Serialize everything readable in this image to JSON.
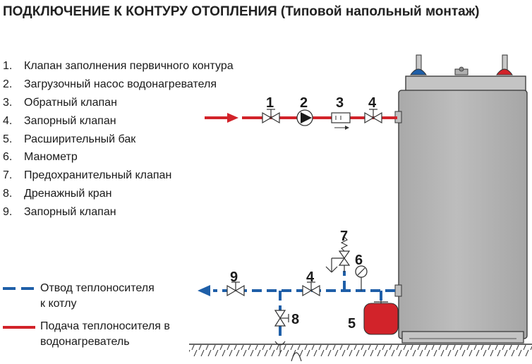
{
  "title": "ПОДКЛЮЧЕНИЕ К КОНТУРУ ОТОПЛЕНИЯ (Типовой напольный монтаж)",
  "legend": [
    {
      "num": "1.",
      "text": "Клапан заполнения первичного контура"
    },
    {
      "num": "2.",
      "text": "Загрузочный насос водонагревателя"
    },
    {
      "num": "3.",
      "text": "Обратный клапан"
    },
    {
      "num": "4.",
      "text": "Запорный клапан"
    },
    {
      "num": "5.",
      "text": "Расширительный бак"
    },
    {
      "num": "6.",
      "text": "Манометр"
    },
    {
      "num": "7.",
      "text": "Предохранительный клапан"
    },
    {
      "num": "8.",
      "text": "Дренажный кран"
    },
    {
      "num": "9.",
      "text": "Запорный клапан"
    }
  ],
  "line_key": {
    "return": {
      "line1": "Отвод теплоносителя",
      "line2": "к котлу",
      "color": "#1f5fa8"
    },
    "supply": {
      "line1": "Подача теплоносителя в",
      "line2": "водонагреватель",
      "color": "#d2232a"
    }
  },
  "labels": {
    "l1": "1",
    "l2": "2",
    "l3": "3",
    "l4a": "4",
    "l7": "7",
    "l6": "6",
    "l9": "9",
    "l4b": "4",
    "l8": "8",
    "l5": "5"
  },
  "colors": {
    "supply": "#d2232a",
    "return": "#1f5fa8",
    "tank": "#b4b4b4",
    "tank_stroke": "#333333",
    "expansion_tank": "#d2232a"
  }
}
